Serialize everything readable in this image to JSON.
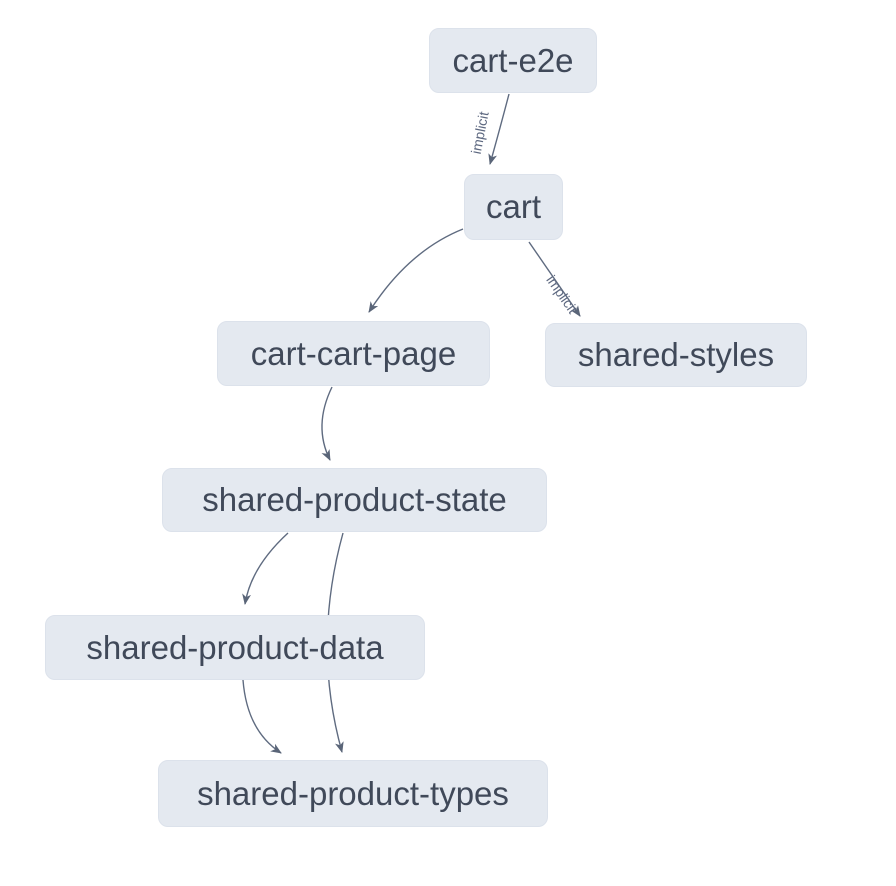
{
  "graph": {
    "nodes": [
      {
        "id": "cart-e2e",
        "label": "cart-e2e"
      },
      {
        "id": "cart",
        "label": "cart"
      },
      {
        "id": "cart-cart-page",
        "label": "cart-cart-page"
      },
      {
        "id": "shared-styles",
        "label": "shared-styles"
      },
      {
        "id": "shared-product-state",
        "label": "shared-product-state"
      },
      {
        "id": "shared-product-data",
        "label": "shared-product-data"
      },
      {
        "id": "shared-product-types",
        "label": "shared-product-types"
      }
    ],
    "edges": [
      {
        "from": "cart-e2e",
        "to": "cart",
        "label": "implicit"
      },
      {
        "from": "cart",
        "to": "cart-cart-page",
        "label": ""
      },
      {
        "from": "cart",
        "to": "shared-styles",
        "label": "implicit"
      },
      {
        "from": "cart-cart-page",
        "to": "shared-product-state",
        "label": ""
      },
      {
        "from": "shared-product-state",
        "to": "shared-product-data",
        "label": ""
      },
      {
        "from": "shared-product-state",
        "to": "shared-product-types",
        "label": ""
      },
      {
        "from": "shared-product-data",
        "to": "shared-product-types",
        "label": ""
      }
    ],
    "colors": {
      "canvas_bg": "#ffffff",
      "node_fill": "#e4e9f0",
      "node_border": "#dce2eb",
      "node_text": "#404959",
      "edge_stroke": "#5f6b80",
      "edge_label_text": "#5d6880",
      "arrowhead": "#5a6578"
    }
  }
}
